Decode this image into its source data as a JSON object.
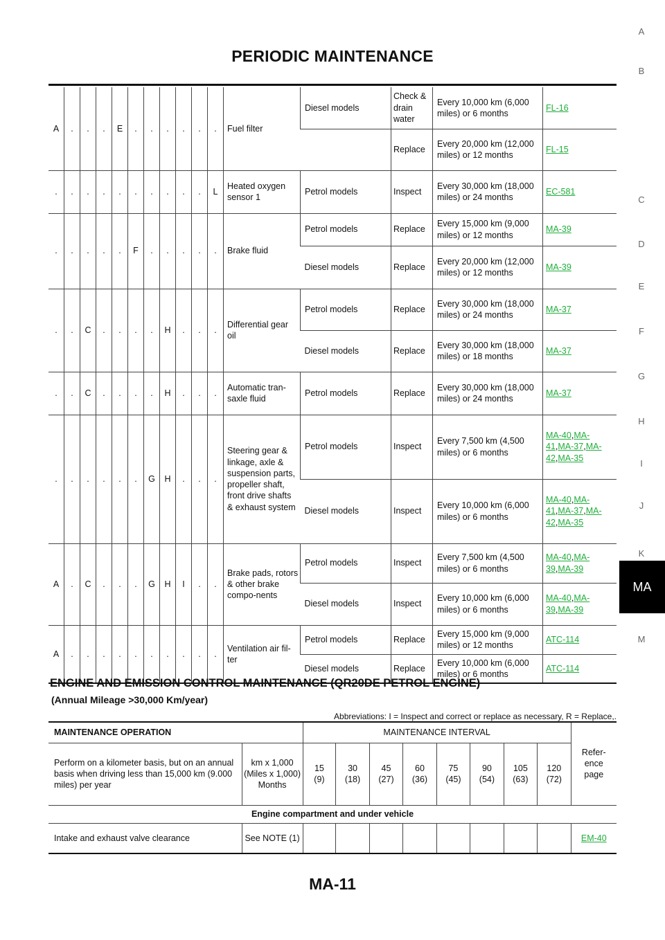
{
  "header": {
    "title": "PERIODIC MAINTENANCE"
  },
  "side_index": [
    "A",
    "B",
    "C",
    "D",
    "E",
    "F",
    "G",
    "H",
    "I",
    "J",
    "K",
    "MA",
    "M"
  ],
  "schedule_rows": [
    {
      "codes": [
        "A",
        ".",
        ".",
        ".",
        "E",
        ".",
        ".",
        ".",
        ".",
        ".",
        "."
      ],
      "item": "Fuel filter",
      "subs": [
        {
          "model": "Diesel models",
          "action": "Check & drain water",
          "interval": "Every 10,000 km (6,000 miles) or 6 months",
          "refs": [
            "FL-16"
          ]
        },
        {
          "model": "",
          "action": "Replace",
          "interval": "Every 20,000 km (12,000 miles) or 12 months",
          "refs": [
            "FL-15"
          ]
        }
      ]
    },
    {
      "codes": [
        ".",
        ".",
        ".",
        ".",
        ".",
        ".",
        ".",
        ".",
        ".",
        ".",
        "L"
      ],
      "item": "Heated oxygen sensor 1",
      "subs": [
        {
          "model": "Petrol models",
          "action": "Inspect",
          "interval": "Every 30,000 km (18,000 miles) or 24 months",
          "refs": [
            "EC-581"
          ]
        }
      ]
    },
    {
      "codes": [
        ".",
        ".",
        ".",
        ".",
        ".",
        "F",
        ".",
        ".",
        ".",
        ".",
        "."
      ],
      "item": "Brake fluid",
      "subs": [
        {
          "model": "Petrol models",
          "action": "Replace",
          "interval": "Every 15,000 km (9,000 miles) or 12 months",
          "refs": [
            "MA-39"
          ]
        },
        {
          "model": "Diesel models",
          "action": "Replace",
          "interval": "Every 20,000 km (12,000 miles) or 12 months",
          "refs": [
            "MA-39"
          ]
        }
      ]
    },
    {
      "codes": [
        ".",
        ".",
        "C",
        ".",
        ".",
        ".",
        ".",
        "H",
        ".",
        ".",
        "."
      ],
      "item": "Differential gear oil",
      "subs": [
        {
          "model": "Petrol models",
          "action": "Replace",
          "interval": "Every 30,000 km (18,000 miles) or 24 months",
          "refs": [
            "MA-37"
          ]
        },
        {
          "model": "Diesel models",
          "action": "Replace",
          "interval": "Every 30,000 km (18,000 miles) or 18 months",
          "refs": [
            "MA-37"
          ]
        }
      ]
    },
    {
      "codes": [
        ".",
        ".",
        "C",
        ".",
        ".",
        ".",
        ".",
        "H",
        ".",
        ".",
        "."
      ],
      "item": "Automatic tran-saxle fluid",
      "subs": [
        {
          "model": "Petrol models",
          "action": "Replace",
          "interval": "Every 30,000 km (18,000 miles) or 24 months",
          "refs": [
            "MA-37"
          ]
        }
      ]
    },
    {
      "codes": [
        ".",
        ".",
        ".",
        ".",
        ".",
        ".",
        "G",
        "H",
        ".",
        ".",
        "."
      ],
      "item": "Steering gear & linkage, axle & suspension parts, propeller shaft, front drive shafts & exhaust system",
      "subs": [
        {
          "model": "Petrol models",
          "action": "Inspect",
          "interval": "Every 7,500 km (4,500 miles) or 6 months",
          "refs": [
            "MA-40",
            "MA-41",
            "MA-37",
            "MA-42",
            "MA-35"
          ]
        },
        {
          "model": "Diesel models",
          "action": "Inspect",
          "interval": "Every 10,000 km (6,000 miles) or 6 months",
          "refs": [
            "MA-40",
            "MA-41",
            "MA-37",
            "MA-42",
            "MA-35"
          ]
        }
      ]
    },
    {
      "codes": [
        "A",
        ".",
        "C",
        ".",
        ".",
        ".",
        "G",
        "H",
        "I",
        ".",
        "."
      ],
      "item": "Brake pads, rotors & other brake compo-nents",
      "subs": [
        {
          "model": "Petrol models",
          "action": "Inspect",
          "interval": "Every 7,500 km (4,500 miles) or 6 months",
          "refs": [
            "MA-40",
            "MA-39",
            "MA-39"
          ]
        },
        {
          "model": "Diesel models",
          "action": "Inspect",
          "interval": "Every 10,000 km (6,000 miles) or 6 months",
          "refs": [
            "MA-40",
            "MA-39",
            "MA-39"
          ]
        }
      ]
    },
    {
      "codes": [
        "A",
        ".",
        ".",
        ".",
        ".",
        ".",
        ".",
        ".",
        ".",
        ".",
        "."
      ],
      "item": "Ventilation air fil-ter",
      "subs": [
        {
          "model": "Petrol models",
          "action": "Replace",
          "interval": "Every 15,000 km (9,000 miles) or 12 months",
          "refs": [
            "ATC-114"
          ]
        },
        {
          "model": "Diesel models",
          "action": "Replace",
          "interval": "Every 10,000 km (6,000 miles) or 6 months",
          "refs": [
            "ATC-114"
          ]
        }
      ]
    }
  ],
  "section": {
    "title": "ENGINE AND EMISSION CONTROL MAINTENANCE (QR20DE PETROL ENGINE)",
    "subtitle": "(Annual Mileage >30,000 Km/year)",
    "abbreviations": "Abbreviations: I = Inspect and correct or replace as necessary,    R = Replace,."
  },
  "maint_table": {
    "op_header": "MAINTENANCE OPERATION",
    "interval_header": "MAINTENANCE INTERVAL",
    "ref_header": "Refer-ence page",
    "basis_text": "Perform on a kilometer basis, but on an annual basis when driving less than 15,000 km (9.000 miles) per year",
    "unit_label": "km x 1,000 (Miles x 1,000) Months",
    "intervals": [
      [
        "15",
        "(9)"
      ],
      [
        "30",
        "(18)"
      ],
      [
        "45",
        "(27)"
      ],
      [
        "60",
        "(36)"
      ],
      [
        "75",
        "(45)"
      ],
      [
        "90",
        "(54)"
      ],
      [
        "105",
        "(63)"
      ],
      [
        "120",
        "(72)"
      ]
    ],
    "group_label": "Engine compartment and under vehicle",
    "rows": [
      {
        "operation": "Intake and exhaust valve clearance",
        "note": "See NOTE (1)",
        "marks": [
          "",
          "",
          "",
          "",
          "",
          "",
          "",
          ""
        ],
        "ref": "EM-40"
      }
    ]
  },
  "footer": {
    "page": "MA-11"
  }
}
